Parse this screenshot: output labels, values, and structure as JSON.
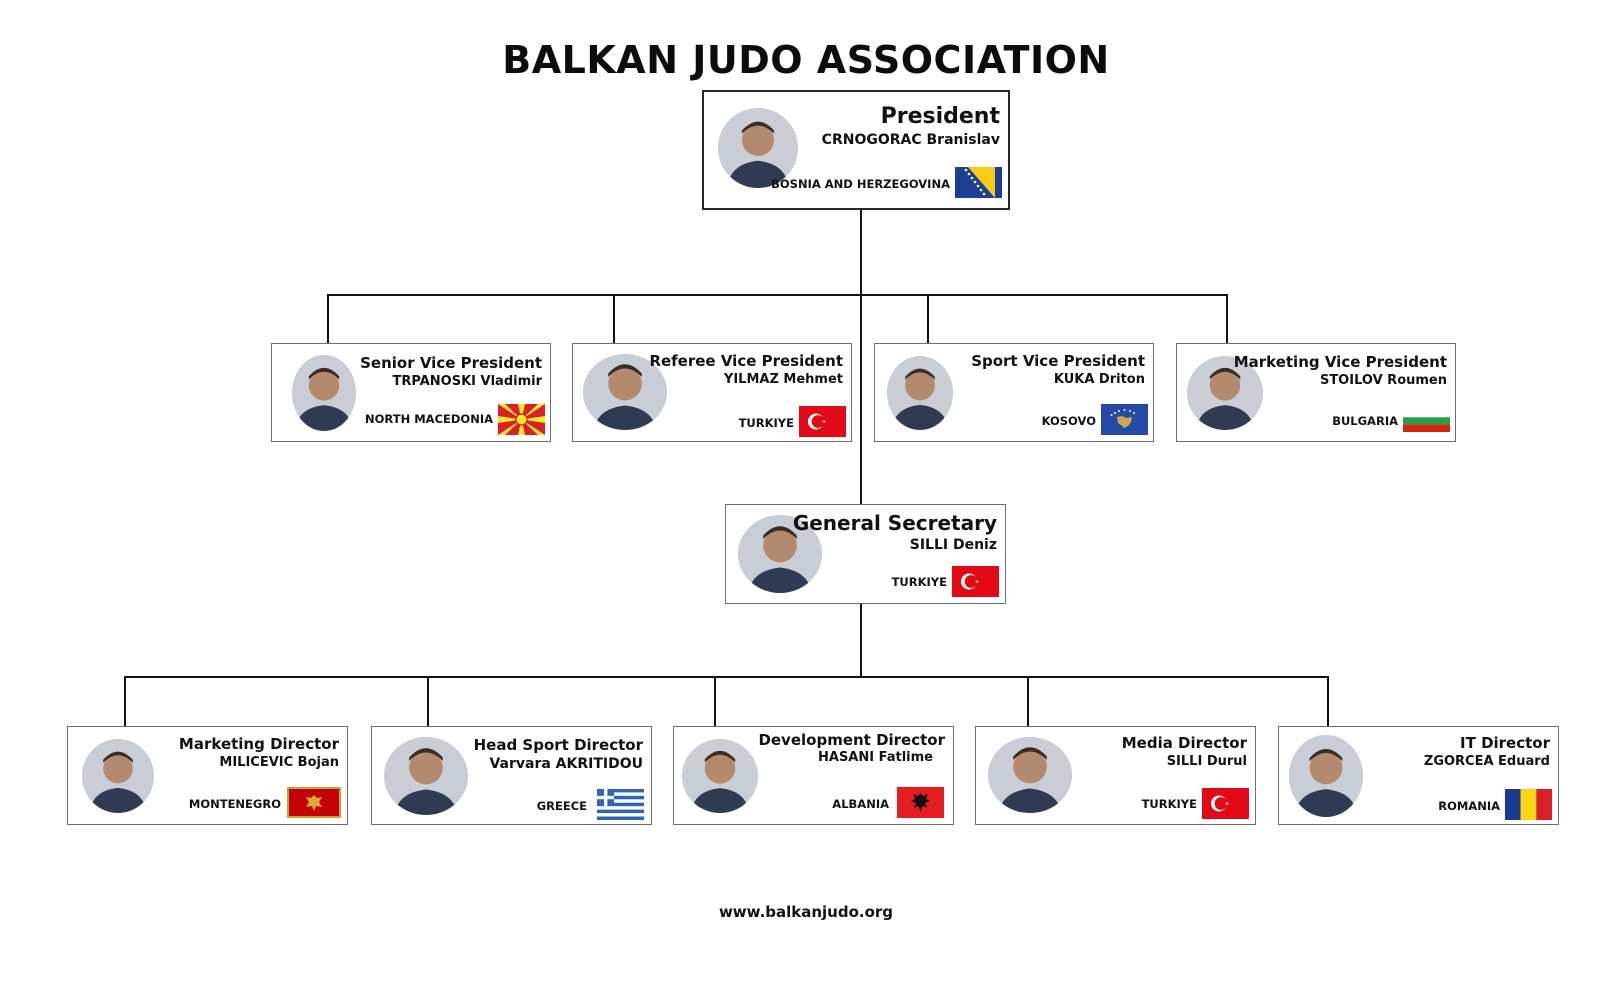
{
  "title": "BALKAN JUDO ASSOCIATION",
  "footer": "www.balkanjudo.org",
  "president": {
    "role": "President",
    "name": "CRNOGORAC Branislav",
    "country": "BOSNIA AND HERZEGOVINA",
    "flag": "bosnia-flag"
  },
  "vice_presidents": [
    {
      "role": "Senior Vice President",
      "name": "TRPANOSKI Vladimir",
      "country": "NORTH MACEDONIA",
      "flag": "north-macedonia-flag"
    },
    {
      "role": "Referee Vice President",
      "name": "YILMAZ Mehmet",
      "country": "TURKIYE",
      "flag": "turkiye-flag"
    },
    {
      "role": "Sport Vice President",
      "name": "KUKA Driton",
      "country": "KOSOVO",
      "flag": "kosovo-flag"
    },
    {
      "role": "Marketing Vice President",
      "name": "STOILOV Roumen",
      "country": "BULGARIA",
      "flag": "bulgaria-flag"
    }
  ],
  "general_secretary": {
    "role": "General Secretary",
    "name": "SILLI Deniz",
    "country": "TURKIYE",
    "flag": "turkiye-flag"
  },
  "directors": [
    {
      "role": "Marketing Director",
      "name": "MILICEVIC Bojan",
      "country": "MONTENEGRO",
      "flag": "montenegro-flag"
    },
    {
      "role": "Head Sport Director",
      "name": "Varvara AKRITIDOU",
      "country": "GREECE",
      "flag": "greece-flag"
    },
    {
      "role": "Development Director",
      "name": "HASANI Fatlime",
      "country": "ALBANIA",
      "flag": "albania-flag"
    },
    {
      "role": "Media Director",
      "name": "SILLI Durul",
      "country": "TURKIYE",
      "flag": "turkiye-flag"
    },
    {
      "role": "IT Director",
      "name": "ZGORCEA Eduard",
      "country": "ROMANIA",
      "flag": "romania-flag"
    }
  ]
}
